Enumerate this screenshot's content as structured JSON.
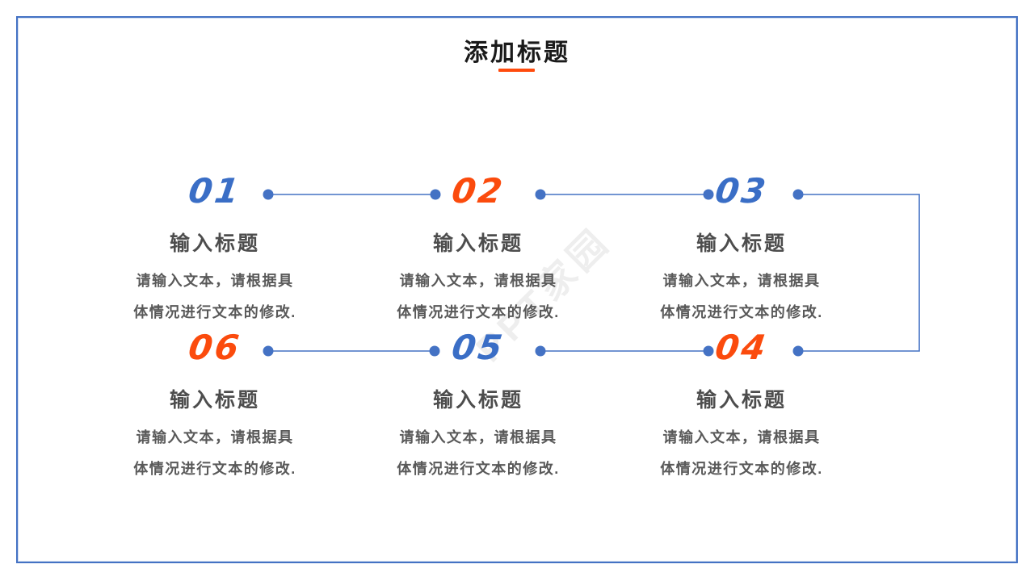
{
  "slide": {
    "title": "添加标题",
    "title_color": "#1A1A1A",
    "underline_color": "#FF4B0D",
    "border_color": "#4472C4",
    "background_color": "#FFFFFF",
    "watermark_text": "PPT家园"
  },
  "colors": {
    "number_blue": "#3A6EC6",
    "number_orange": "#FB4B0D",
    "connector": "#4472C4",
    "heading_gray": "#4D4D4D",
    "body_gray": "#595959"
  },
  "steps": [
    {
      "number": "01",
      "number_color": "#3A6EC6",
      "heading": "输入标题",
      "body_lines": [
        "请输入文本，请根据具",
        "体情况进行文本的修改."
      ]
    },
    {
      "number": "02",
      "number_color": "#FB4B0D",
      "heading": "输入标题",
      "body_lines": [
        "请输入文本，请根据具",
        "体情况进行文本的修改."
      ]
    },
    {
      "number": "03",
      "number_color": "#3A6EC6",
      "heading": "输入标题",
      "body_lines": [
        "请输入文本，请根据具",
        "体情况进行文本的修改."
      ]
    },
    {
      "number": "04",
      "number_color": "#FB4B0D",
      "heading": "输入标题",
      "body_lines": [
        "请输入文本，请根据具",
        "体情况进行文本的修改."
      ]
    },
    {
      "number": "05",
      "number_color": "#3A6EC6",
      "heading": "输入标题",
      "body_lines": [
        "请输入文本，请根据具",
        "体情况进行文本的修改."
      ]
    },
    {
      "number": "06",
      "number_color": "#FB4B0D",
      "heading": "输入标题",
      "body_lines": [
        "请输入文本，请根据具",
        "体情况进行文本的修改."
      ]
    }
  ]
}
